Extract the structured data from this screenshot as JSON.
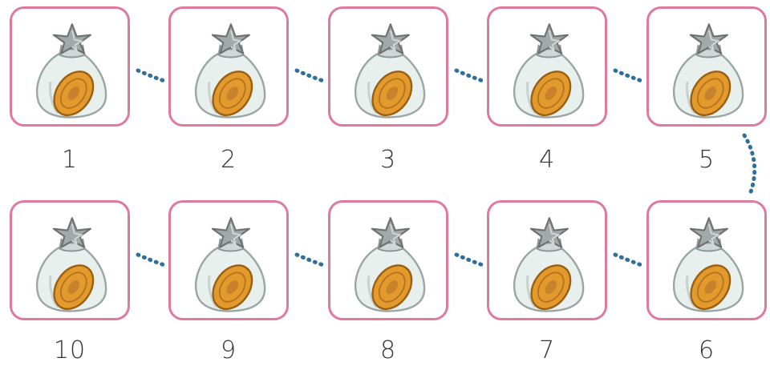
{
  "tiles": [
    {
      "number": "1",
      "item": "money-bag-icon"
    },
    {
      "number": "2",
      "item": "money-bag-icon"
    },
    {
      "number": "3",
      "item": "money-bag-icon"
    },
    {
      "number": "4",
      "item": "money-bag-icon"
    },
    {
      "number": "5",
      "item": "money-bag-icon"
    },
    {
      "number": "6",
      "item": "money-bag-icon"
    },
    {
      "number": "7",
      "item": "money-bag-icon"
    },
    {
      "number": "8",
      "item": "money-bag-icon"
    },
    {
      "number": "9",
      "item": "money-bag-icon"
    },
    {
      "number": "10",
      "item": "money-bag-icon"
    }
  ],
  "colors": {
    "tile_border": "#e07a9c",
    "connector": "#2f6f9e",
    "coin": "#e39a2c",
    "bag": "#e8f0ee"
  }
}
